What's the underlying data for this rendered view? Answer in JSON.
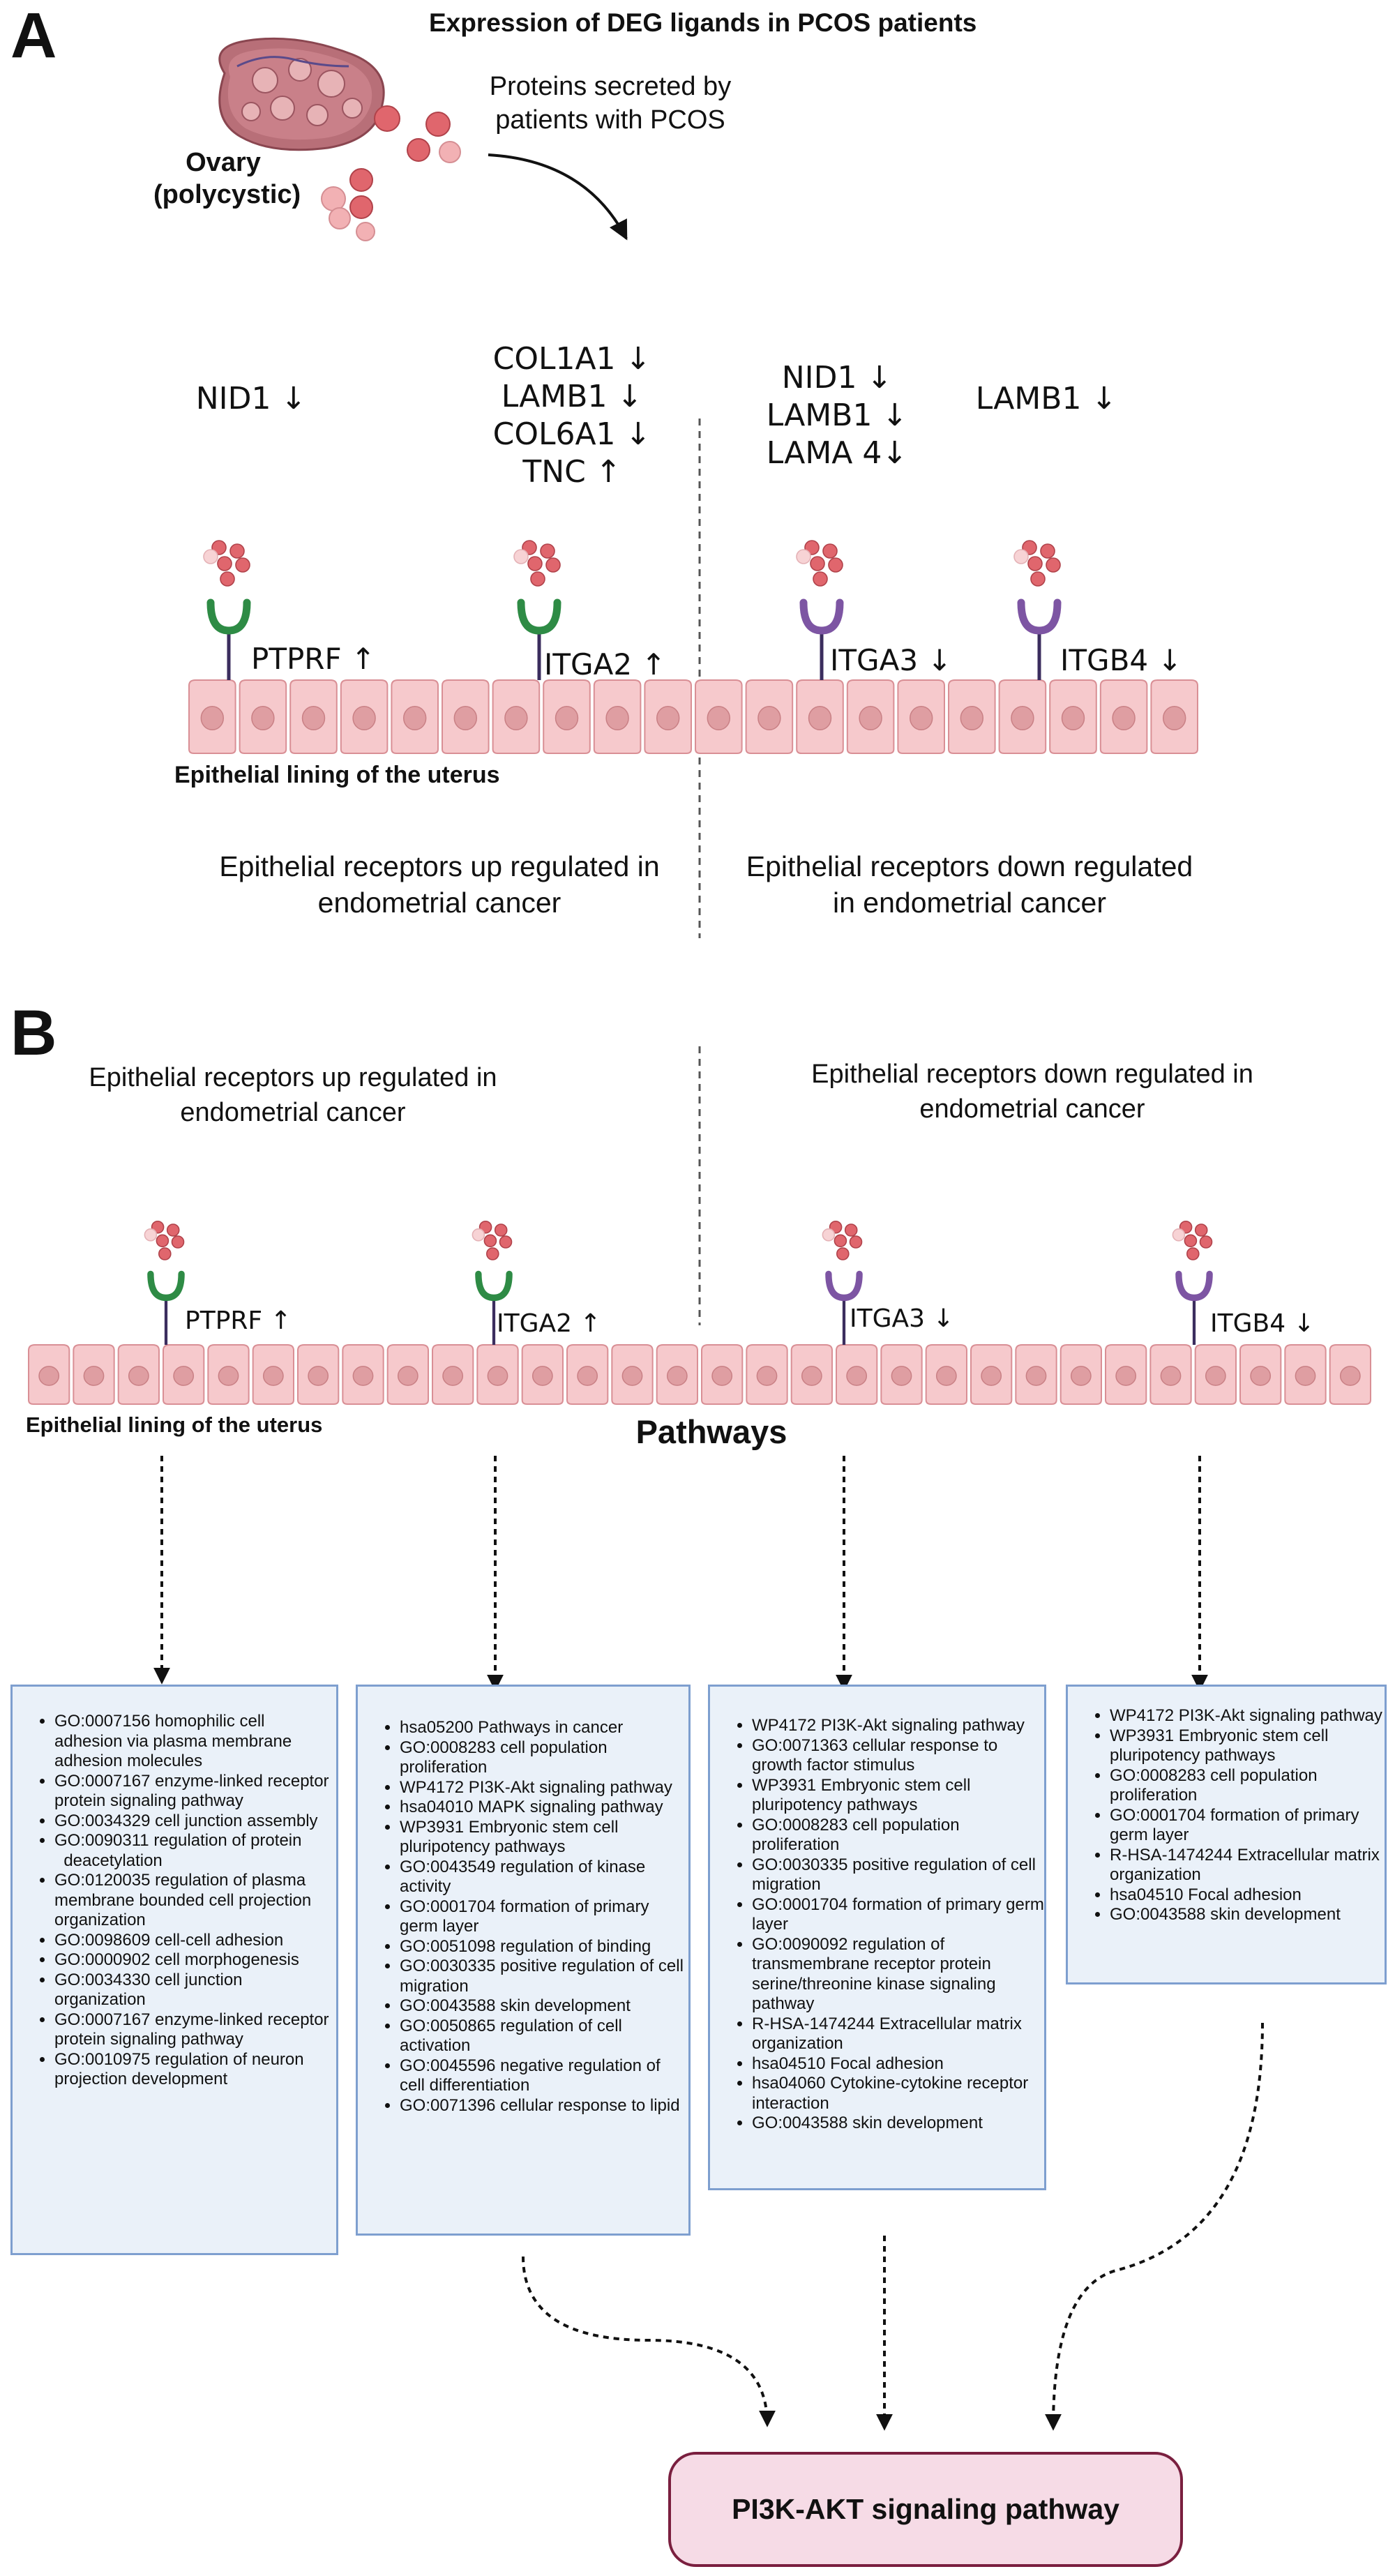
{
  "panelA": {
    "letter": "A",
    "title": "Expression of DEG ligands in PCOS patients",
    "organ_label": "Ovary\n(polycystic)",
    "secreted_note": "Proteins secreted by\npatients with PCOS",
    "ligand_groups": [
      "NID1 ↓",
      "COL1A1 ↓\nLAMB1 ↓\nCOL6A1 ↓\nTNC ↑",
      "NID1 ↓\nLAMB1 ↓\nLAMA 4↓",
      "LAMB1 ↓"
    ],
    "receptors": [
      "PTPRF ↑",
      "ITGA2 ↑",
      "ITGA3 ↓",
      "ITGB4 ↓"
    ],
    "lining_label": "Epithelial lining of the uterus",
    "up_label": "Epithelial receptors up regulated in\nendometrial cancer",
    "down_label": "Epithelial receptors down regulated\nin endometrial cancer"
  },
  "panelB": {
    "letter": "B",
    "up_label": "Epithelial receptors up regulated in\nendometrial cancer",
    "down_label": "Epithelial receptors down regulated in\nendometrial cancer",
    "receptors": [
      "PTPRF ↑",
      "ITGA2 ↑",
      "ITGA3 ↓",
      "ITGB4 ↓"
    ],
    "lining_label": "Epithelial lining of the uterus",
    "pathways_title": "Pathways",
    "boxes": [
      [
        "GO:0007156 homophilic cell adhesion via plasma membrane adhesion molecules",
        "GO:0007167 enzyme-linked receptor protein signaling pathway",
        "GO:0034329 cell junction assembly",
        "GO:0090311 regulation of protein   deacetylation",
        "GO:0120035 regulation of plasma membrane bounded cell projection organization",
        "GO:0098609 cell-cell adhesion",
        "GO:0000902 cell morphogenesis",
        "GO:0034330 cell junction organization",
        "GO:0007167 enzyme-linked receptor protein signaling pathway",
        "GO:0010975 regulation of neuron projection development"
      ],
      [
        "hsa05200 Pathways in cancer",
        "GO:0008283 cell population proliferation",
        "WP4172 PI3K-Akt signaling pathway",
        "hsa04010 MAPK signaling pathway",
        "WP3931 Embryonic stem cell pluripotency pathways",
        "GO:0043549 regulation of kinase activity",
        "GO:0001704 formation of primary germ layer",
        "GO:0051098 regulation of binding",
        "GO:0030335 positive regulation of cell migration",
        "GO:0043588 skin development",
        "GO:0050865 regulation of cell activation",
        "GO:0045596 negative regulation of cell differentiation",
        "GO:0071396 cellular response to lipid"
      ],
      [
        "WP4172 PI3K-Akt signaling pathway",
        "GO:0071363 cellular response to growth factor stimulus",
        "WP3931 Embryonic stem cell pluripotency pathways",
        "GO:0008283 cell population proliferation",
        "GO:0030335 positive regulation of cell migration",
        "GO:0001704 formation of primary germ layer",
        "GO:0090092 regulation of transmembrane receptor protein serine/threonine kinase signaling pathway",
        "R-HSA-1474244 Extracellular matrix organization",
        "hsa04510 Focal adhesion",
        "hsa04060 Cytokine-cytokine receptor interaction",
        "GO:0043588 skin development"
      ],
      [
        "WP4172 PI3K-Akt signaling pathway",
        "WP3931 Embryonic stem cell pluripotency pathways",
        "GO:0008283 cell population proliferation",
        "GO:0001704 formation of primary germ layer",
        "R-HSA-1474244 Extracellular matrix organization",
        "hsa04510 Focal adhesion",
        "GO:0043588 skin development"
      ]
    ],
    "final_label": "PI3K-AKT signaling pathway"
  },
  "colors": {
    "receptor_up": "#2e8b45",
    "receptor_down": "#7d55a3",
    "receptor_stem": "#3b2d5e",
    "cell_fill": "#f6c9cc",
    "cell_stroke": "#d98f95",
    "nucleus": "#df9ea2",
    "ligand": "#e0666d",
    "box_fill": "#eaf1f9",
    "box_border": "#7e9fcf",
    "final_fill": "#f6dbe6",
    "final_border": "#7a1f3f"
  }
}
